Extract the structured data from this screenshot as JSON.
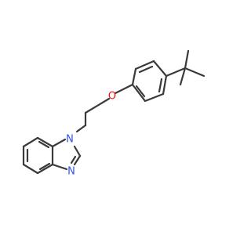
{
  "colors": {
    "bond": "#3a3a3a",
    "oxygen": "#ff0d0d",
    "nitrogen": "#3050f8",
    "background": "#ffffff"
  },
  "atoms": {
    "oxygen": {
      "symbol": "O"
    },
    "nitrogen_1": {
      "symbol": "N"
    },
    "nitrogen_3": {
      "symbol": "N"
    }
  }
}
